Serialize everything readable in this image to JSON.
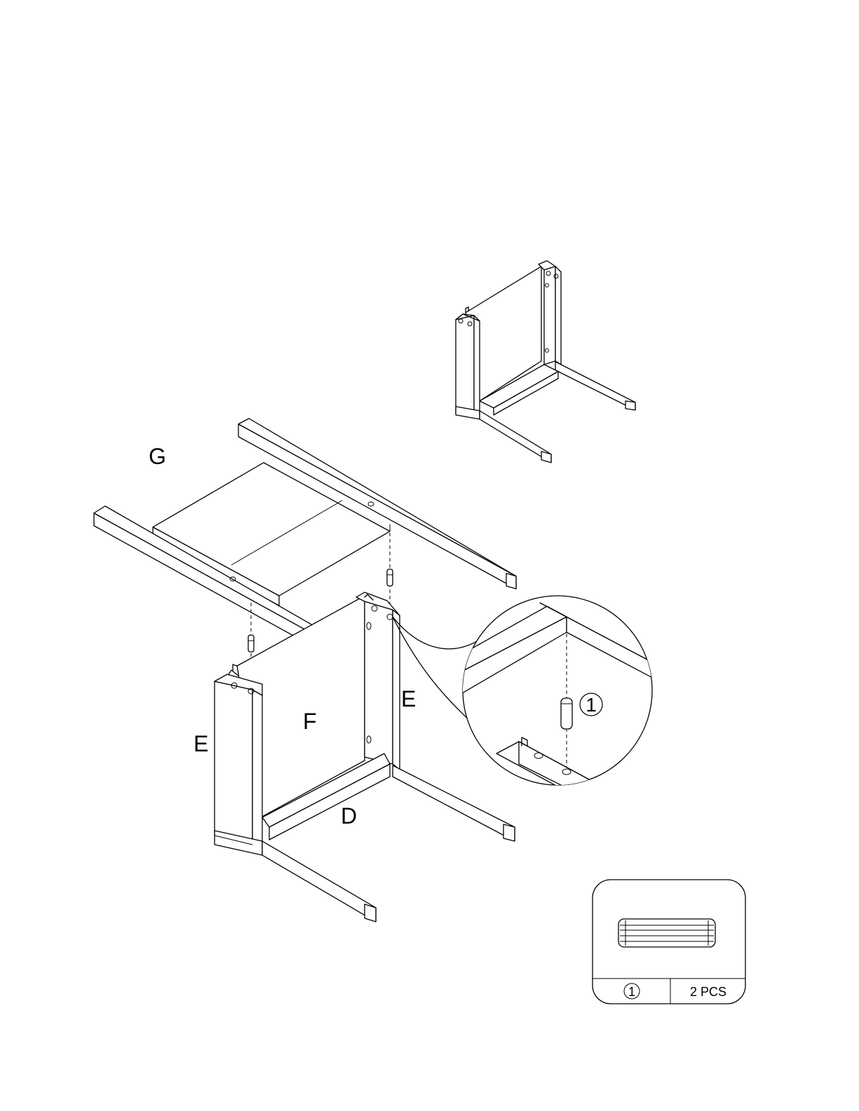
{
  "labels": {
    "part_g": "G",
    "part_e_left": "E",
    "part_e_right": "E",
    "part_f": "F",
    "part_d": "D"
  },
  "detail": {
    "callout": "1"
  },
  "parts_box": {
    "item_number": "1",
    "quantity": "2 PCS"
  }
}
